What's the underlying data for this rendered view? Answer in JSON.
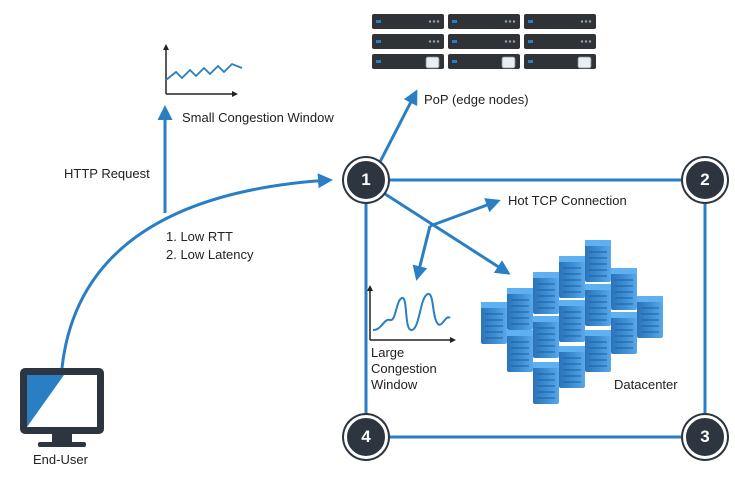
{
  "labels": {
    "small_window": "Small Congestion Window",
    "pop": "PoP (edge nodes)",
    "http_request": "HTTP Request",
    "low_rtt": "1. Low RTT",
    "low_latency": "2. Low Latency",
    "hot_tcp": "Hot TCP Connection",
    "large_window_1": "Large",
    "large_window_2": "Congestion",
    "large_window_3": "Window",
    "datacenter": "Datacenter",
    "end_user": "End-User"
  },
  "nodes": [
    "1",
    "2",
    "3",
    "4"
  ],
  "colors": {
    "accent": "#2a7fc4",
    "node_fill": "#2d3540",
    "server_dark": "#2f3338",
    "rack_blue": "#3d8fd6"
  },
  "icons": {
    "pop_servers": "server-rack-icon",
    "datacenter": "datacenter-racks-icon",
    "end_user": "monitor-icon"
  }
}
